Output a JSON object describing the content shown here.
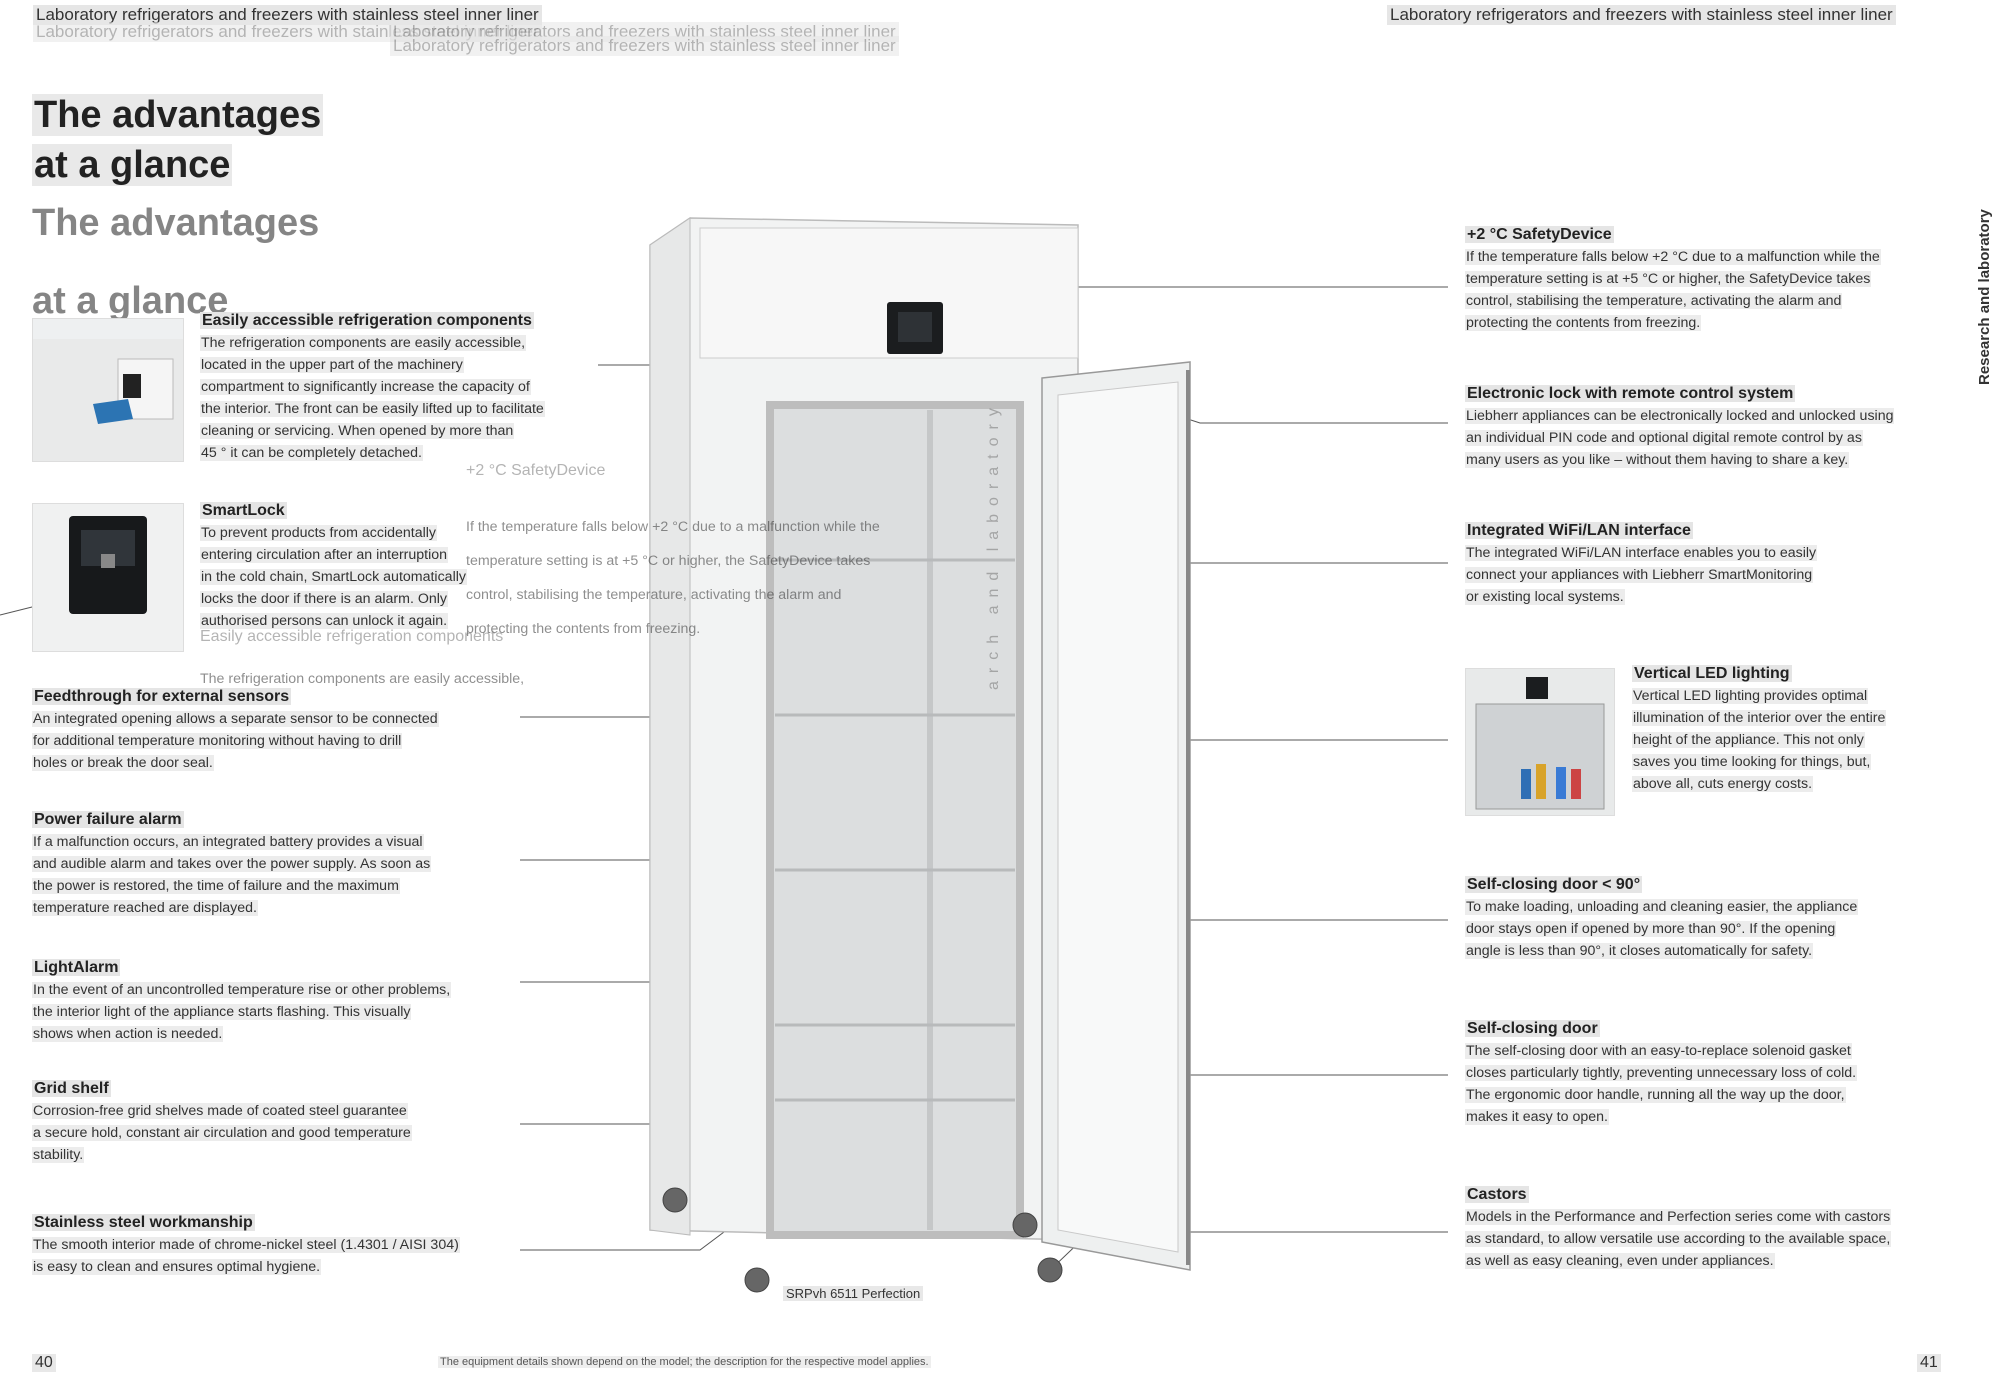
{
  "header": {
    "running_left": "Laboratory refrigerators and freezers with stainless steel inner liner",
    "running_right": "Laboratory refrigerators and freezers with stainless steel inner liner"
  },
  "title": {
    "line1": "The advantages",
    "line2": "at a glance"
  },
  "side_tab": "Research and laboratory",
  "left_features": [
    {
      "title": "Easily accessible refrigeration components",
      "lines": [
        "The refrigeration components are easily accessible,",
        "located in the upper part of the machinery",
        "compartment to significantly increase the capacity of",
        "the interior. The front can be easily lifted up to facilitate",
        "cleaning or servicing. When opened by more than",
        "45 ° it can be completely detached."
      ]
    },
    {
      "title": "SmartLock",
      "lines": [
        "To prevent products from accidentally",
        "entering circulation after an interruption",
        "in the cold chain, SmartLock automatically",
        "locks the door if there is an alarm. Only",
        "authorised persons can unlock it again."
      ]
    },
    {
      "title": "Feedthrough for external sensors",
      "lines": [
        "An integrated opening allows a separate sensor to be connected",
        "for additional temperature monitoring without having to drill",
        "holes or break the door seal."
      ]
    },
    {
      "title": "Power failure alarm",
      "lines": [
        "If a malfunction occurs, an integrated battery provides a visual",
        "and audible alarm and takes over the power supply. As soon as",
        "the power is restored, the time of failure and the maximum",
        "temperature reached are displayed."
      ]
    },
    {
      "title": "LightAlarm",
      "lines": [
        "In the event of an uncontrolled temperature rise or other problems,",
        "the interior light of the appliance starts flashing. This visually",
        "shows when action is needed."
      ]
    },
    {
      "title": "Grid shelf",
      "lines": [
        "Corrosion-free grid shelves made of coated steel guarantee",
        "a secure hold, constant air circulation and good temperature",
        "stability."
      ]
    },
    {
      "title": "Stainless steel workmanship",
      "lines": [
        "The smooth interior made of chrome-nickel steel (1.4301 / AISI 304)",
        "is easy to clean and ensures optimal hygiene."
      ]
    }
  ],
  "right_features": [
    {
      "title": "+2 °C SafetyDevice",
      "lines": [
        "If the temperature falls below +2 °C due to a malfunction while the",
        "temperature setting is at +5 °C or higher, the SafetyDevice takes",
        "control, stabilising the temperature, activating the alarm and",
        "protecting the contents from freezing."
      ]
    },
    {
      "title": "Electronic lock with remote control system",
      "lines": [
        "Liebherr appliances can be electronically locked and unlocked using",
        "an individual PIN code and optional digital remote control by as",
        "many users as you like – without them having to share a key."
      ]
    },
    {
      "title": "Integrated WiFi/LAN interface",
      "lines": [
        "The integrated WiFi/LAN interface enables you to easily",
        "connect your appliances with Liebherr SmartMonitoring",
        "or existing local systems."
      ]
    },
    {
      "title": "Vertical LED lighting",
      "lines": [
        "Vertical LED lighting provides optimal",
        "illumination of the interior over the entire",
        "height of the appliance. This not only",
        "saves you time looking for things, but,",
        "above all, cuts energy costs."
      ]
    },
    {
      "title": "Self-closing door < 90°",
      "lines": [
        "To make loading, unloading and cleaning easier, the appliance",
        "door stays open if opened by more than 90°. If the opening",
        "angle is less than 90°, it closes automatically for safety."
      ]
    },
    {
      "title": "Self-closing door",
      "lines": [
        "The self-closing door with an easy-to-replace solenoid gasket",
        "closes particularly tightly, preventing unnecessary loss of cold.",
        "The ergonomic door handle, running all the way up the door,",
        "makes it easy to open."
      ]
    },
    {
      "title": "Castors",
      "lines": [
        "Models in the Performance and Perfection series come with castors",
        "as standard, to allow versatile use according to the available space,",
        "as well as easy cleaning, even under appliances."
      ]
    }
  ],
  "ghost": {
    "safety_title": "+2 °C SafetyDevice",
    "safety_lines": [
      "If the temperature falls below +2 °C due to a malfunction while the",
      "temperature setting is at +5 °C or higher, the SafetyDevice takes",
      "control, stabilising the temperature, activating the alarm and",
      "protecting the contents from freezing."
    ],
    "components_title": "Easily accessible refrigeration components",
    "components_line": "The refrigeration components are easily accessible,",
    "vertical": "arch and laboratory"
  },
  "product_caption": "SRPvh 6511 Perfection",
  "footer": {
    "page_left": "40",
    "page_right": "41",
    "disclaimer": "The equipment details shown depend on the model; the description for the respective model applies."
  },
  "colors": {
    "leader_line": "#555555",
    "highlight": "#e6e6e6",
    "cabinet": "#f3f4f4"
  }
}
